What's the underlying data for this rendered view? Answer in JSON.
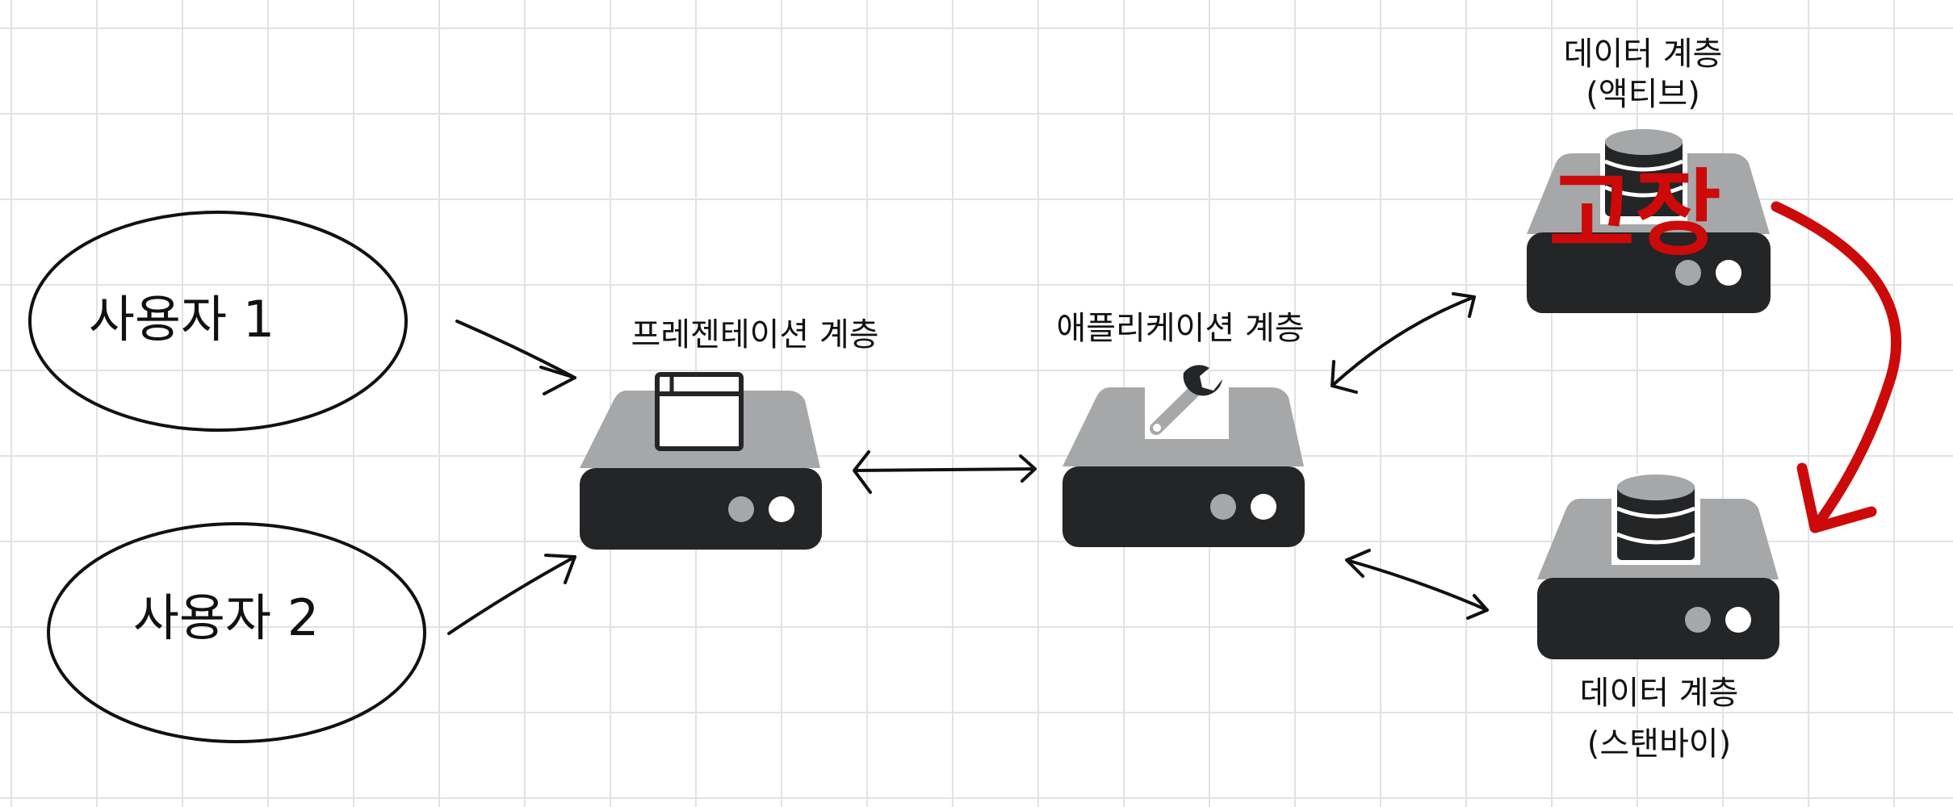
{
  "users": [
    {
      "label": "사용자 1"
    },
    {
      "label": "사용자 2"
    }
  ],
  "tiers": {
    "presentation": {
      "label": "프레젠테이션 계층",
      "icon": "browser-window-icon"
    },
    "application": {
      "label": "애플리케이션 계층",
      "icon": "wrench-icon"
    },
    "data_active": {
      "label": "데이터 계층",
      "sublabel": "(액티브)",
      "icon": "database-icon",
      "status": "고장"
    },
    "data_standby": {
      "label": "데이터 계층",
      "sublabel": "(스탠바이)",
      "icon": "database-icon"
    }
  },
  "colors": {
    "server_top": "#a6a7a8",
    "server_body": "#232527",
    "failure": "#cc0a0a",
    "grid": "#e2e2e2"
  }
}
